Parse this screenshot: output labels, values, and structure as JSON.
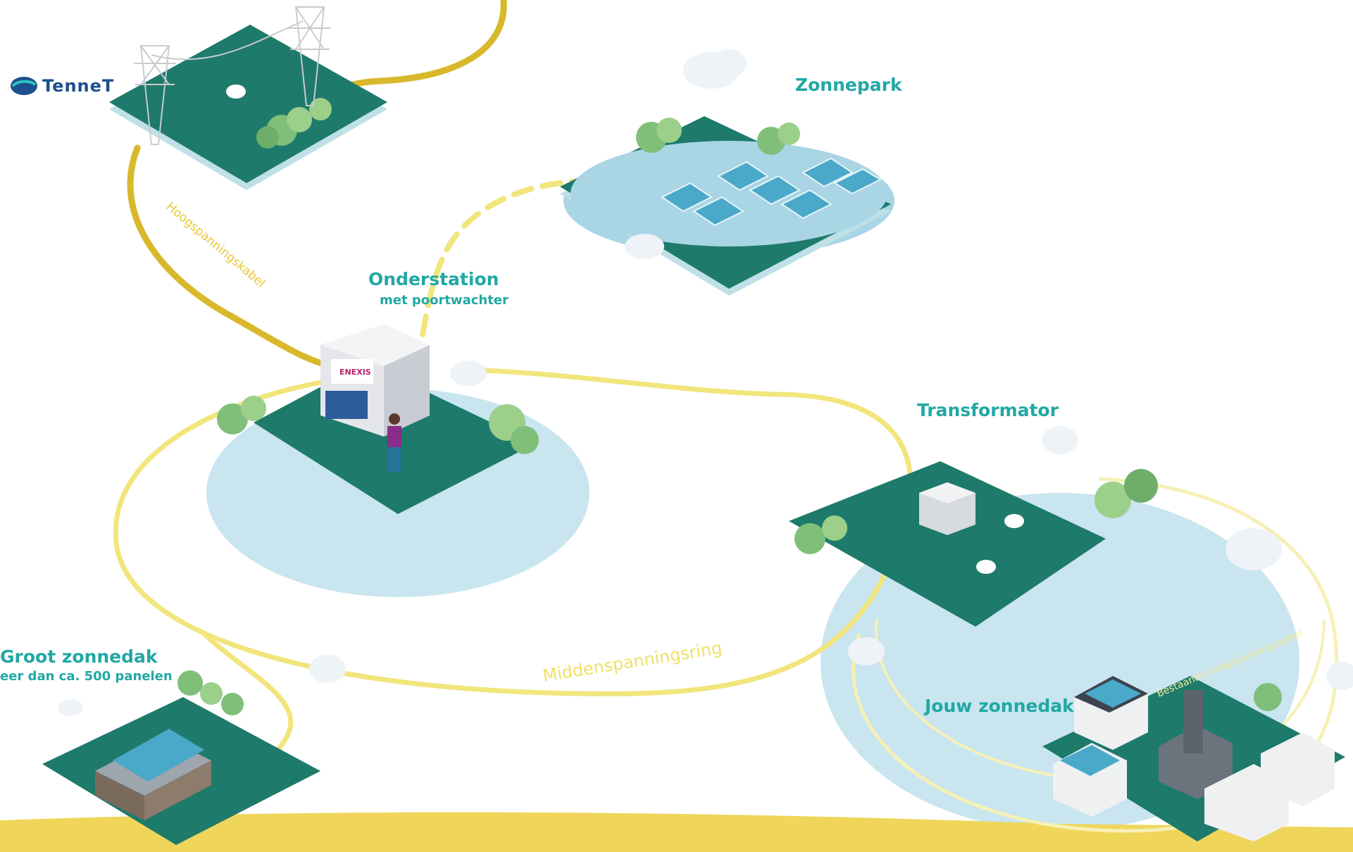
{
  "labels": {
    "tennet": "TenneT",
    "zonnepark": "Zonnepark",
    "onderstation": "Onderstation",
    "onderstation_sub": "met poortwachter",
    "transformator": "Transformator",
    "groot_zonnedak": "Groot zonnedak",
    "groot_zonnedak_sub": "eer dan ca. 500 panelen",
    "jouw_zonnedak": "Jouw zonnedak",
    "hoogspanningskabel": "Hoogspanningskabel",
    "middenspanningsring": "Middenspanningsring",
    "bestaande_kabel": "Bestaande hoogspanningskabel",
    "enexis": "ENEXIS"
  },
  "colors": {
    "teal_text": "#21a8a4",
    "platform": "#1e7a6b",
    "cable_hv": "#d9b82c",
    "cable_mv": "#f1e57c",
    "water": "#c9e5ef"
  }
}
